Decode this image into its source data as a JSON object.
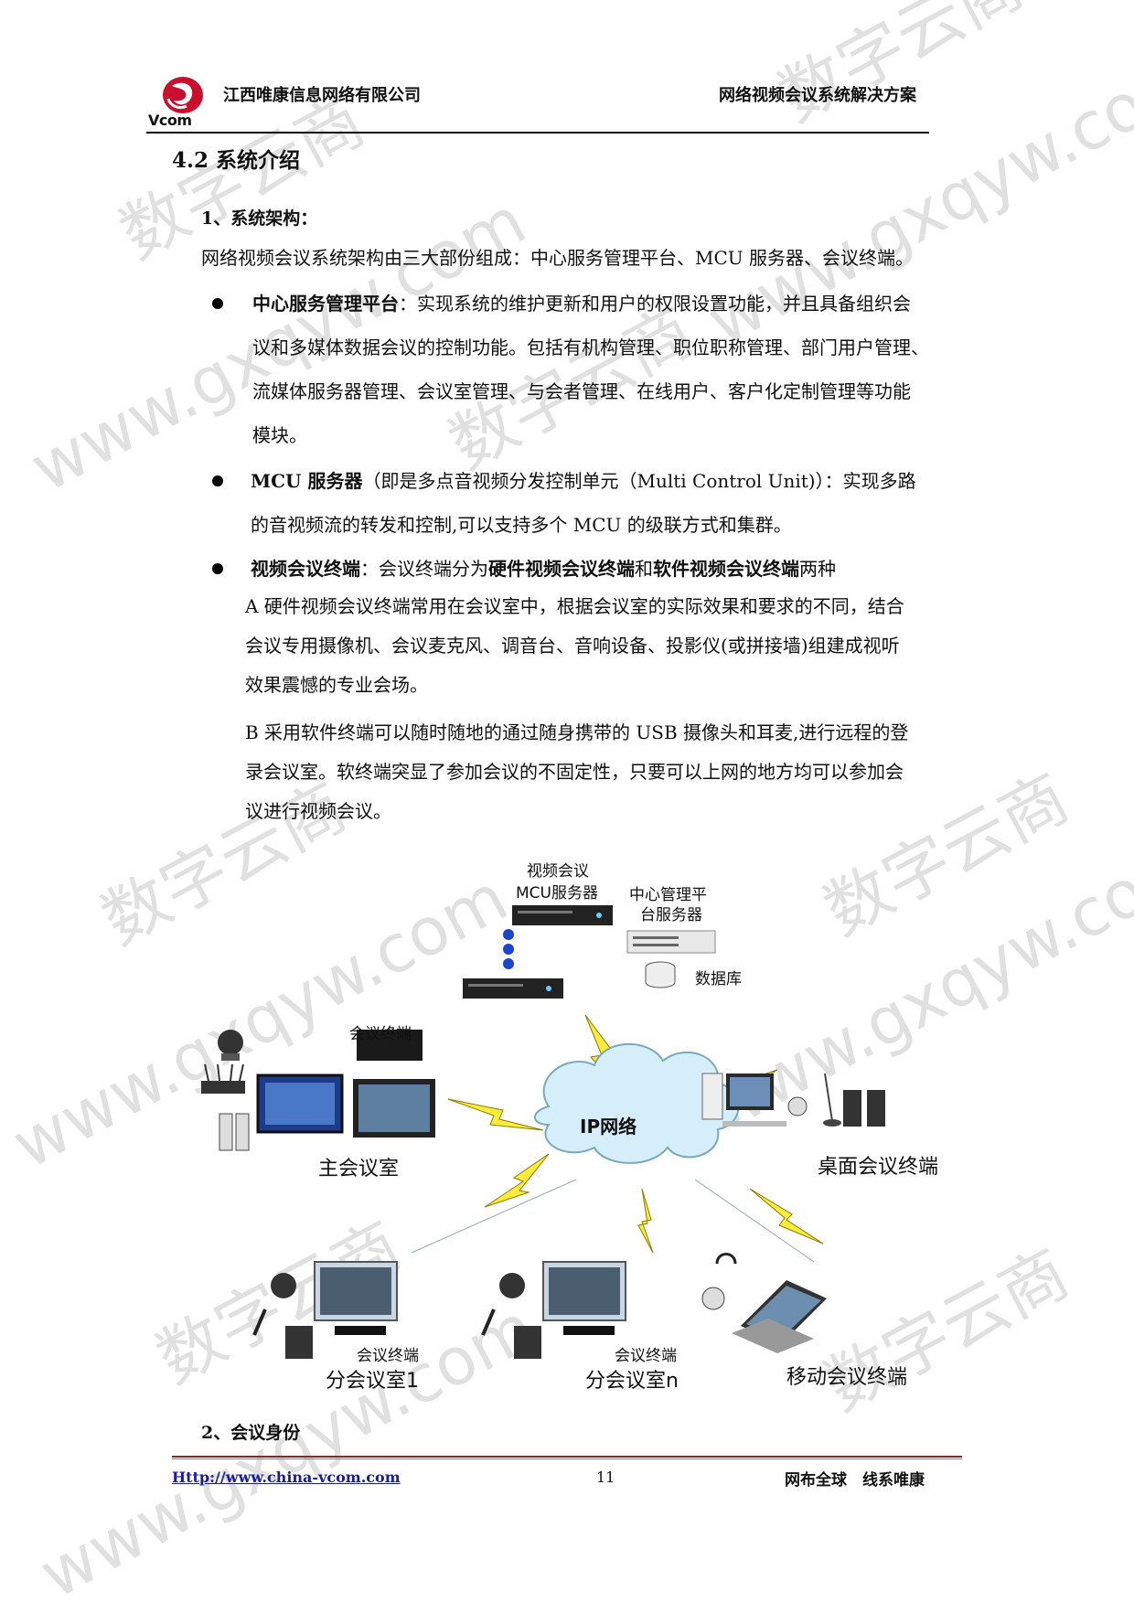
{
  "header": {
    "logo_text": "Vcom",
    "company": "江西唯康信息网络有限公司",
    "doc_title": "网络视频会议系统解决方案"
  },
  "section_title": "4.2 系统介绍",
  "sub1": "1、系统架构：",
  "intro": "网络视频会议系统架构由三大部份组成：中心服务管理平台、MCU 服务器、会议终端。",
  "bullets": [
    {
      "term": "中心服务管理平台",
      "sep": "：",
      "lines": [
        "实现系统的维护更新和用户的权限设置功能，并且具备组织会",
        "议和多媒体数据会议的控制功能。包括有机构管理、职位职称管理、部门用户管理、",
        "流媒体服务器管理、会议室管理、与会者管理、在线用户、客户化定制管理等功能",
        "模块。"
      ]
    },
    {
      "term": "MCU 服务器",
      "sep": "",
      "lines": [
        "（即是多点音视频分发控制单元（Multi Control Unit)）：实现多路",
        "的音视频流的转发和控制,可以支持多个 MCU 的级联方式和集群。"
      ]
    },
    {
      "term": "视频会议终端",
      "sep": "：",
      "pre": "会议终端分为",
      "b1": "硬件视频会议终端",
      "mid": "和",
      "b2": "软件视频会议终端",
      "post": "两种"
    }
  ],
  "para_a": [
    "A 硬件视频会议终端常用在会议室中，根据会议室的实际效果和要求的不同，结合",
    "会议专用摄像机、会议麦克风、调音台、音响设备、投影仪(或拼接墙)组建成视听",
    "效果震憾的专业会场。"
  ],
  "para_b": [
    "B 采用软件终端可以随时随地的通过随身携带的 USB 摄像头和耳麦,进行远程的登",
    "录会议室。软终端突显了参加会议的不固定性，只要可以上网的地方均可以参加会",
    "议进行视频会议。"
  ],
  "diagram": {
    "mcu_label_1": "视频会议",
    "mcu_label_2": "MCU服务器",
    "center_label_1": "中心管理平",
    "center_label_2": "台服务器",
    "database": "数据库",
    "cloud": "IP网络",
    "main_terminal": "会议终端",
    "main_room": "主会议室",
    "desktop": "桌面会议终端",
    "sub1_terminal": "会议终端",
    "sub1_room": "分会议室1",
    "subn_terminal": "会议终端",
    "subn_room": "分会议室n",
    "mobile": "移动会议终端"
  },
  "sub2": "2、会议身份",
  "footer": {
    "link_prefix": "Http://",
    "link": "www.china-vcom.com",
    "page": "11",
    "slogan": "网布全球　线系唯康"
  },
  "watermarks": [
    "数字云商",
    "www.gxqyw.com"
  ],
  "colors": {
    "header_rule": "#000000",
    "footer_rule": "#7a2a2a",
    "cloud": "#d6eefa",
    "bolt": "#ffeb3b",
    "logo_red": "#c8102e"
  }
}
